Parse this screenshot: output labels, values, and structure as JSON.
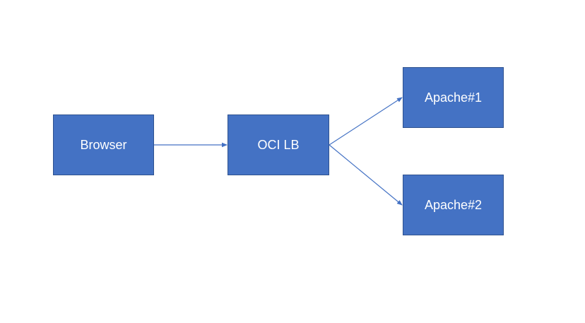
{
  "colors": {
    "node_fill": "#4472c4",
    "node_border": "#2f528f",
    "node_text": "#ffffff",
    "edge": "#4472c4",
    "background": "#ffffff"
  },
  "nodes": {
    "browser": {
      "label": "Browser"
    },
    "lb": {
      "label": "OCI LB"
    },
    "apache1": {
      "label": "Apache#1"
    },
    "apache2": {
      "label": "Apache#2"
    }
  },
  "edges": [
    {
      "from": "browser",
      "to": "lb"
    },
    {
      "from": "lb",
      "to": "apache1"
    },
    {
      "from": "lb",
      "to": "apache2"
    }
  ]
}
